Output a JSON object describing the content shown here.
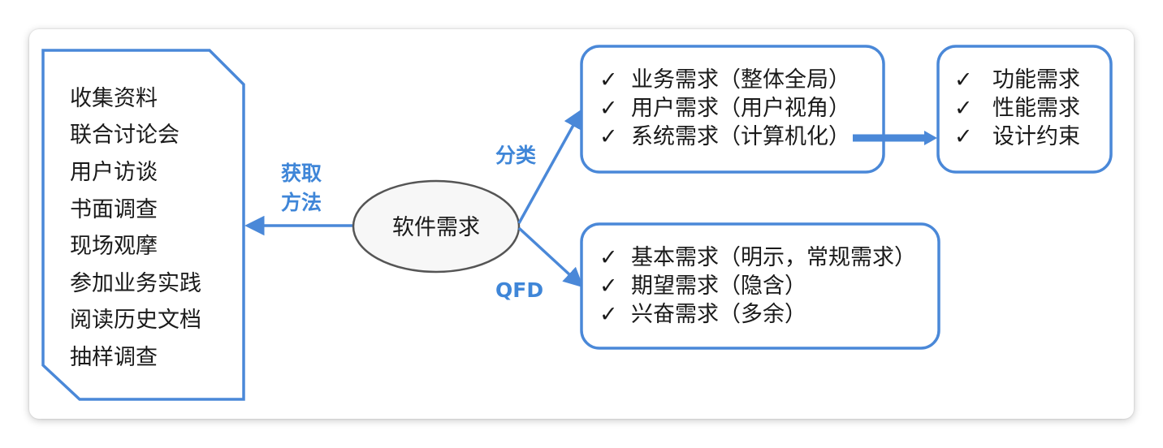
{
  "center": {
    "label": "软件需求"
  },
  "acquisition": {
    "label_line1": "获取",
    "label_line2": "方法",
    "methods": [
      "收集资料",
      "联合讨论会",
      "用户访谈",
      "书面调查",
      "现场观摩",
      "参加业务实践",
      "阅读历史文档",
      "抽样调查"
    ]
  },
  "classification": {
    "label": "分类",
    "items": [
      "业务需求（整体全局）",
      "用户需求（用户视角）",
      "系统需求（计算机化）"
    ]
  },
  "system_detail": {
    "items": [
      "功能需求",
      "性能需求",
      "设计约束"
    ]
  },
  "qfd": {
    "label": "QFD",
    "items": [
      "基本需求（明示，常规需求）",
      "期望需求（隐含）",
      "兴奋需求（多余）"
    ]
  },
  "check_mark": "✓",
  "colors": {
    "accent": "#4a88d8",
    "ellipse_stroke": "#555555",
    "ellipse_fill": "#f7f7f7",
    "text": "#1a1a1a"
  }
}
